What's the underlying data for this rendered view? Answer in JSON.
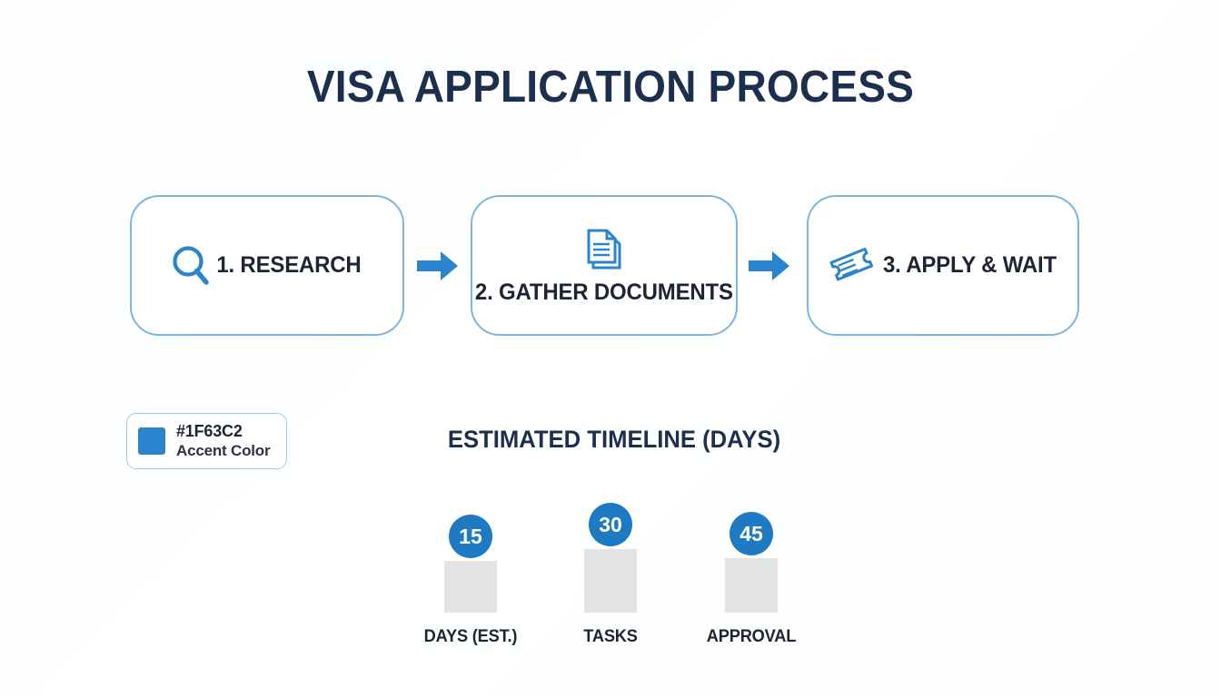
{
  "title": "VISA APPLICATION PROCESS",
  "colors": {
    "accent": "#1F63C2",
    "icon_blue": "#2a84ce",
    "box_border": "#7fb4dc",
    "title_navy": "#1d2f4e",
    "bar_gray": "#e2e3e5",
    "badge_blue": "#1f7ac4",
    "background": "#fdfeff"
  },
  "flow": {
    "steps": [
      {
        "label": "1. RESEARCH",
        "icon": "magnifier-icon"
      },
      {
        "label": "2. GATHER DOCUMENTS",
        "icon": "documents-icon"
      },
      {
        "label": "3. APPLY & WAIT",
        "icon": "ticket-icon"
      }
    ],
    "connectors": [
      {
        "icon": "arrow-right-icon"
      },
      {
        "icon": "arrow-right-icon"
      }
    ]
  },
  "legend": {
    "hex": "#1F63C2",
    "name": "Accent Color",
    "swatch_color": "#2a84ce"
  },
  "chart_data": {
    "type": "bar",
    "title": "ESTIMATED TIMELINE (DAYS)",
    "categories": [
      "DAYS (EST.)",
      "TASKS",
      "APPROVAL"
    ],
    "values": [
      15,
      30,
      45
    ],
    "bar_pixel_heights": [
      57,
      70,
      60
    ],
    "value_badges": [
      "15",
      "30",
      "45"
    ],
    "xlabel": "",
    "ylabel": "",
    "ylim": [
      0,
      50
    ],
    "grid": false,
    "legend": "none",
    "bar_color": "#e2e3e5",
    "badge_color": "#1f7ac4"
  }
}
